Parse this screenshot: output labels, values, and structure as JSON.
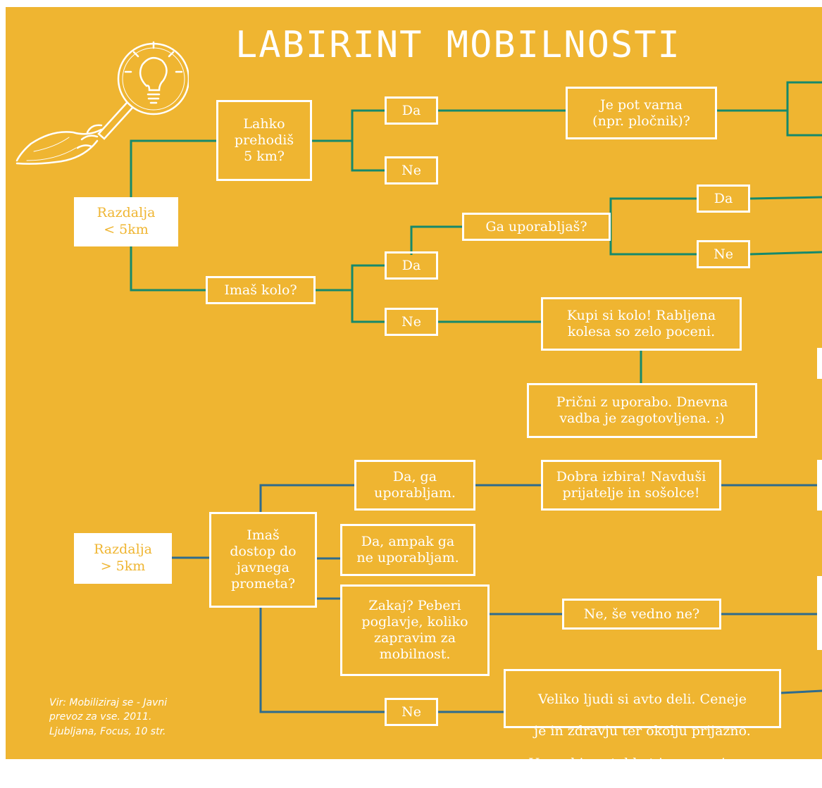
{
  "title": "LABIRINT MOBILNOSTI",
  "colors": {
    "background": "#efb531",
    "green_line": "#16896b",
    "blue_line": "#2e6b8d",
    "box_border": "#ffffff"
  },
  "start_nodes": {
    "under_5km": "Razdalja\n< 5km",
    "over_5km": "Razdalja\n> 5km"
  },
  "walk_branch": {
    "question": "Lahko\nprehodiš\n5 km?",
    "yes": "Da",
    "no": "Ne",
    "safe_path": "Je pot varna\n(npr. pločnik)?"
  },
  "bike_branch": {
    "question": "Imaš kolo?",
    "yes": "Da",
    "no": "Ne",
    "use_question": "Ga uporabljaš?",
    "use_yes": "Da",
    "use_no": "Ne",
    "buy_bike": "Kupi si kolo! Rabljena\nkolesa so zelo poceni.",
    "start_using": "Prični z uporabo. Dnevna\nvadba je zagotovljena. :)"
  },
  "transit_branch": {
    "question": "Imaš\ndostop do\njavnega\nprometa?",
    "yes_use": "Da, ga\nuporabljam.",
    "good_choice": "Dobra izbira! Navduši\nprijatelje in sošolce!",
    "yes_not_use": "Da, ampak ga\nne uporabljam.",
    "why": "Zakaj? Peberi\npoglavje, koliko\nzapravim za\nmobilnost.",
    "still_no": "Ne, še vedno ne?",
    "no": "Ne",
    "carpool_line1": "Veliko ljudi si avto deli. Ceneje",
    "carpool_line2": "je in zdravju ter okolju prijazno.",
    "carpool_line3_prefix": "Uporabi portal kot je ",
    "carpool_link": "prevozi.org",
    "carpool_line3_suffix": "."
  },
  "source": "Vir: Mobiliziraj se - Javni\nprevoz za vse. 2011.\nLjubljana, Focus, 10 str.",
  "icons": [
    "hand-magnifier-lightbulb-illustration"
  ]
}
